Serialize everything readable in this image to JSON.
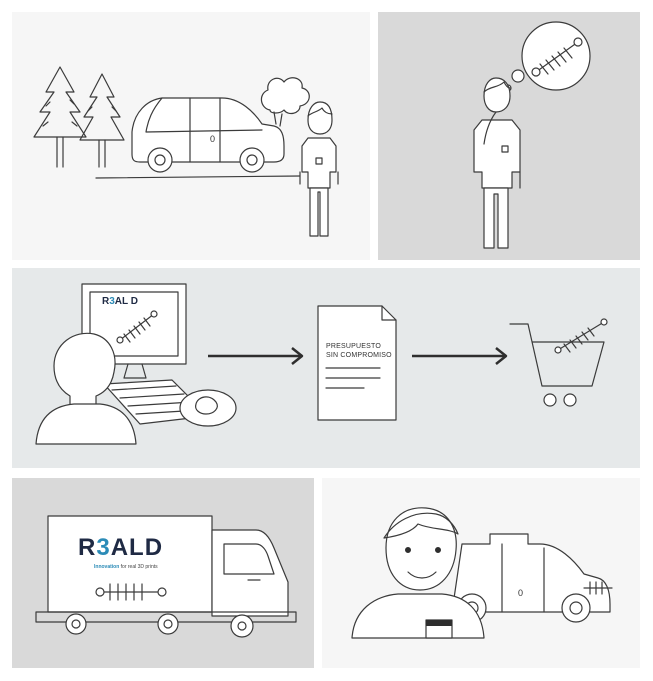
{
  "panels": [
    {
      "id": "breakdown",
      "scene": "car-breakdown-forest"
    },
    {
      "id": "thinking",
      "scene": "person-thinking-shock-absorber"
    },
    {
      "id": "order",
      "scene": "computer-quote-cart"
    },
    {
      "id": "delivery",
      "scene": "r3ald-truck"
    },
    {
      "id": "happy",
      "scene": "happy-customer-car"
    }
  ],
  "quote_document": {
    "line1": "PRESUPUESTO",
    "line2": "SIN COMPROMISO"
  },
  "brand": {
    "name_prefix": "R",
    "name_highlight": "3",
    "name_suffix": "ALD",
    "monitor_prefix": "R",
    "monitor_highlight": "3",
    "monitor_suffix": "AL D",
    "tagline_strong": "Innovation",
    "tagline_rest": " for real 3D prints"
  },
  "car_door_numbers": {
    "breakdown_car": "0",
    "happy_car": "0"
  },
  "colors": {
    "panel_light": "#f6f6f6",
    "panel_gray": "#d9d9d9",
    "panel_blue_gray": "#e6e9ea",
    "brand_navy": "#1f2a44",
    "brand_blue": "#2b8bb7",
    "line": "#3b3b3b"
  },
  "icons": [
    "tree-icon",
    "car-icon",
    "smoke-icon",
    "person-icon",
    "thought-bubble-icon",
    "shock-absorber-icon",
    "computer-monitor-icon",
    "keyboard-icon",
    "mouse-icon",
    "arrow-right-icon",
    "document-icon",
    "shopping-cart-icon",
    "truck-icon"
  ]
}
